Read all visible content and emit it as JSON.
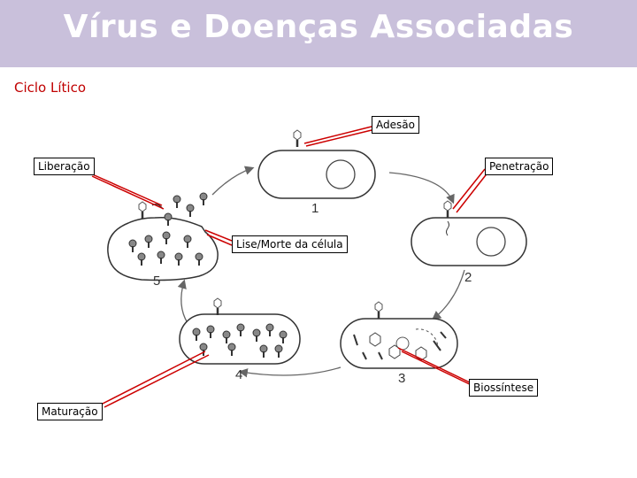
{
  "header": {
    "title": "Vírus e Doenças Associadas"
  },
  "subtitle": "Ciclo Lítico",
  "labels": {
    "adesao": "Adesão",
    "liberacao": "Liberação",
    "penetracao": "Penetração",
    "lise": "Lise/Morte da célula",
    "biossintese": "Biossíntese",
    "maturacao": "Maturação"
  },
  "steps": [
    "1",
    "2",
    "3",
    "4",
    "5"
  ],
  "colors": {
    "header_bg": "#c9c0db",
    "accent_red": "#c00000",
    "pointer_red": "#cc0000"
  }
}
